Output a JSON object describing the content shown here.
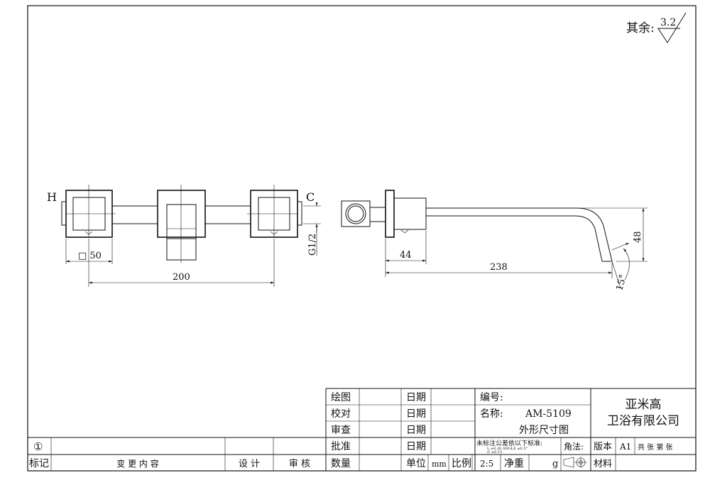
{
  "roughness": {
    "label": "其余:",
    "value": "3.2"
  },
  "front_view": {
    "hot_label": "H",
    "cold_label": "C",
    "dim_square": "□ 50",
    "dim_width": "200",
    "dim_thread": "G1/2"
  },
  "side_view": {
    "dim_depth": "44",
    "dim_length": "238",
    "dim_height": "48",
    "dim_angle": "15°"
  },
  "title_block": {
    "rows": [
      {
        "label": "绘图",
        "date_label": "日期"
      },
      {
        "label": "校对",
        "date_label": "日期"
      },
      {
        "label": "审查",
        "date_label": "日期"
      },
      {
        "label": "批准",
        "date_label": "日期"
      }
    ],
    "code_label": "编号:",
    "name_label": "名称:",
    "model": "AM-5109",
    "drawing_name": "外形尺寸图",
    "tolerance_title": "未标注公差依以下标准:",
    "tolerance_detail": "L    ±0.26  ANGLE  ±0.5°",
    "tolerance_detail2": "∅    ±0.15",
    "angle_method_label": "角法:",
    "version_label": "版本",
    "version_value": "A1",
    "sheets_text": "共  张  第  张",
    "company_line1": "亚米高",
    "company_line2": "卫浴有限公司",
    "revision_symbol": "①",
    "mark_label": "标记",
    "change_content_label": "变  更  内  容",
    "design_label": "设 计",
    "review_label": "审 核",
    "quantity_label": "数量",
    "unit_label": "单位",
    "unit_value": "mm",
    "scale_label": "比例",
    "scale_value": "2:5",
    "net_weight_label": "净重",
    "weight_unit": "g",
    "material_label": "材料"
  }
}
